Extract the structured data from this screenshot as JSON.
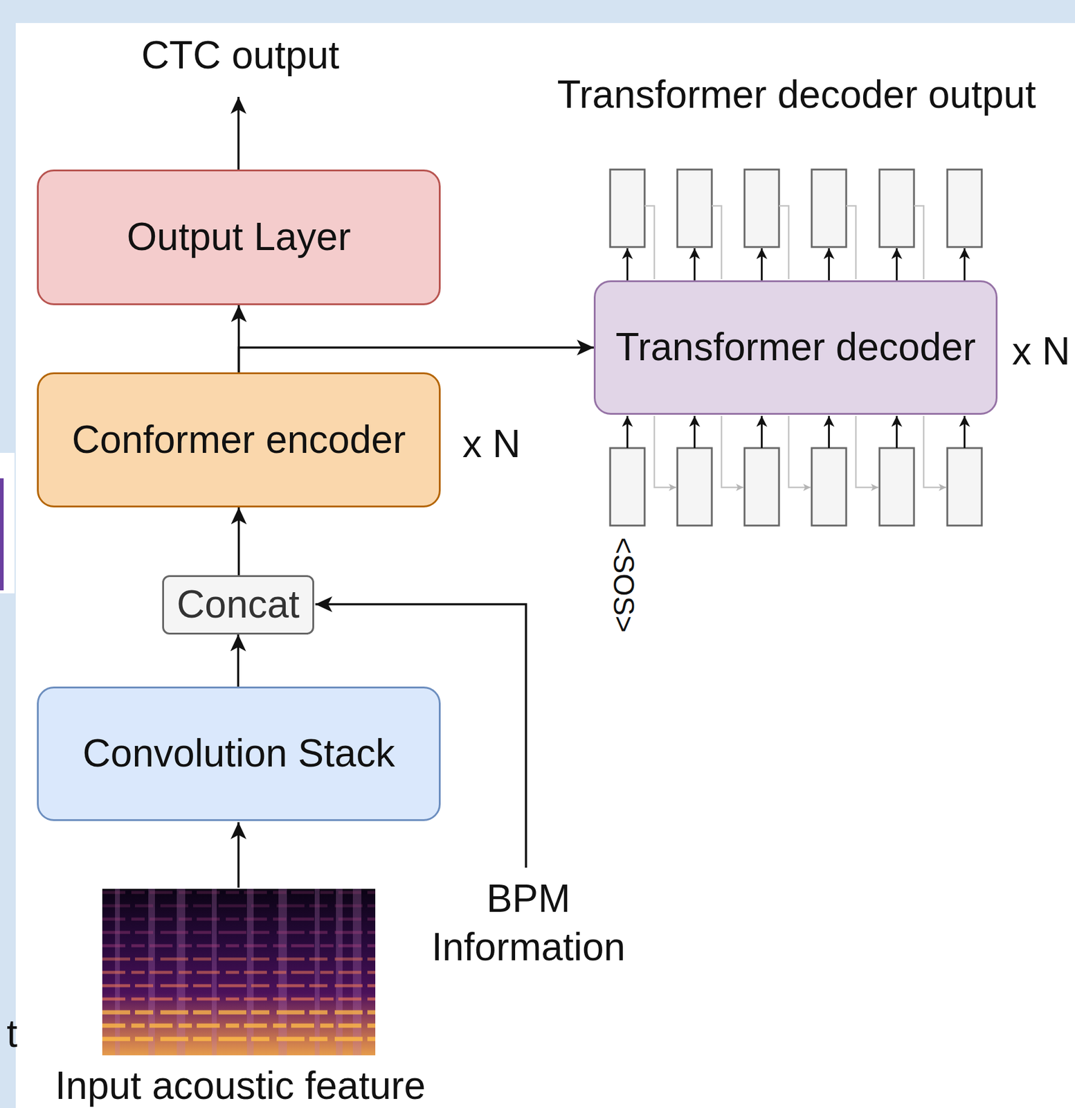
{
  "diagram": {
    "nodes": [
      {
        "text": [
          "Output Layer"
        ]
      },
      {
        "text": [
          "Conformer encoder"
        ]
      },
      {
        "text": [
          "Concat"
        ]
      },
      {
        "text": [
          "Convolution Stack"
        ]
      },
      {
        "text": [
          "Transformer decoder"
        ]
      }
    ],
    "edges": [
      {
        "from": 3,
        "to": 2,
        "arrow": "to"
      },
      {
        "from": 2,
        "to": 1,
        "arrow": "to"
      },
      {
        "from": 1,
        "to": 0,
        "arrow": "to"
      },
      {
        "from": 1,
        "to": 4,
        "arrow": "to"
      }
    ],
    "labels": [
      "CTC output",
      "Transformer decoder output",
      "x N",
      "x N",
      "<SOS>",
      "BPM Information",
      "Input acoustic feature",
      "t"
    ]
  }
}
